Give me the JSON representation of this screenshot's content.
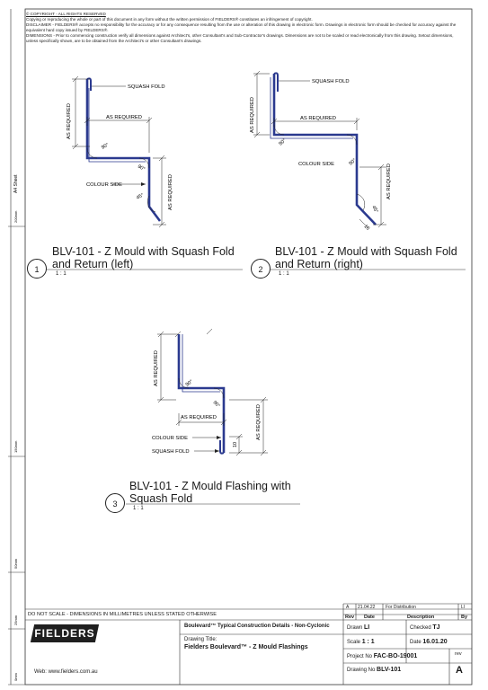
{
  "header": {
    "copyright": "© COPYRIGHT - ALL RIGHTS RESERVED",
    "copy_note": "Copying or reproducing the whole or part of this document in any form without the written permission of FIELDERS® constitutes an infringement of copyright.",
    "disclaimer": "DISCLAIMER - FIELDERS® accepts no responsibility for the accuracy or for any consequence resulting from the use or alteration of this drawing in electronic form. Drawings in electronic form should be checked for accuracy against the equivalent hard copy issued by FIELDERS®.",
    "dimensions": "DIMENSIONS - Prior to commencing construction verify all dimensions against Architect's, other Consultant's and Sub-Contractor's drawings. Dimensions are not to be scaled or read electronically from this drawing. Setout dimensions, unless specifically shown, are to be obtained from the Architect's or other Consultant's drawings."
  },
  "ruler": {
    "sheet": "A4 Sheet",
    "marks": [
      "200mm",
      "150mm",
      "50mm",
      "25mm",
      "0mm"
    ]
  },
  "labels": {
    "as_required": "AS REQUIRED",
    "squash_fold": "SQUASH FOLD",
    "colour_side": "COLOUR SIDE",
    "deg90": "90°",
    "deg45": "45°",
    "dim10": "10"
  },
  "details": [
    {
      "number": "1",
      "title_line1": "BLV-101 - Z Mould with Squash Fold",
      "title_line2": "and Return (left)",
      "scale": "1 : 1"
    },
    {
      "number": "2",
      "title_line1": "BLV-101 - Z Mould with Squash Fold",
      "title_line2": "and Return (right)",
      "scale": "1 : 1"
    },
    {
      "number": "3",
      "title_line1": "BLV-101 - Z Mould Flashing with",
      "title_line2": "Squash Fold",
      "scale": "1 : 1"
    }
  ],
  "titleblock": {
    "do_not_scale": "DO NOT SCALE - DIMENSIONS IN MILLIMETRES UNLESS STATED OTHERWISE",
    "logo": "FIELDERS",
    "web": "Web: www.fielders.com.au",
    "project_title": "Boulevard™ Typical Construction Details - Non-Cyclonic",
    "drawing_title_label": "Drawing Title:",
    "drawing_title": "Fielders Boulevard™ - Z Mould Flashings",
    "drawn_label": "Drawn",
    "drawn": "LI",
    "checked_label": "Checked",
    "checked": "TJ",
    "scale_label": "Scale",
    "scale": "1 : 1",
    "date_label": "Date",
    "date": "16.01.20",
    "project_no_label": "Project No",
    "project_no": "FAC-BO-19001",
    "rev_label": "rev",
    "drawing_no_label": "Drawing No",
    "drawing_no": "BLV-101",
    "rev": "A",
    "revisions": [
      {
        "rev": "A",
        "date": "21.04.22",
        "description": "For Distribution",
        "by": "LI"
      }
    ],
    "rev_headers": {
      "rev": "Rev",
      "date": "Date",
      "description": "Description",
      "by": "By"
    }
  },
  "colors": {
    "flashing": "#2b3a8f",
    "line": "#1a1a1a"
  }
}
